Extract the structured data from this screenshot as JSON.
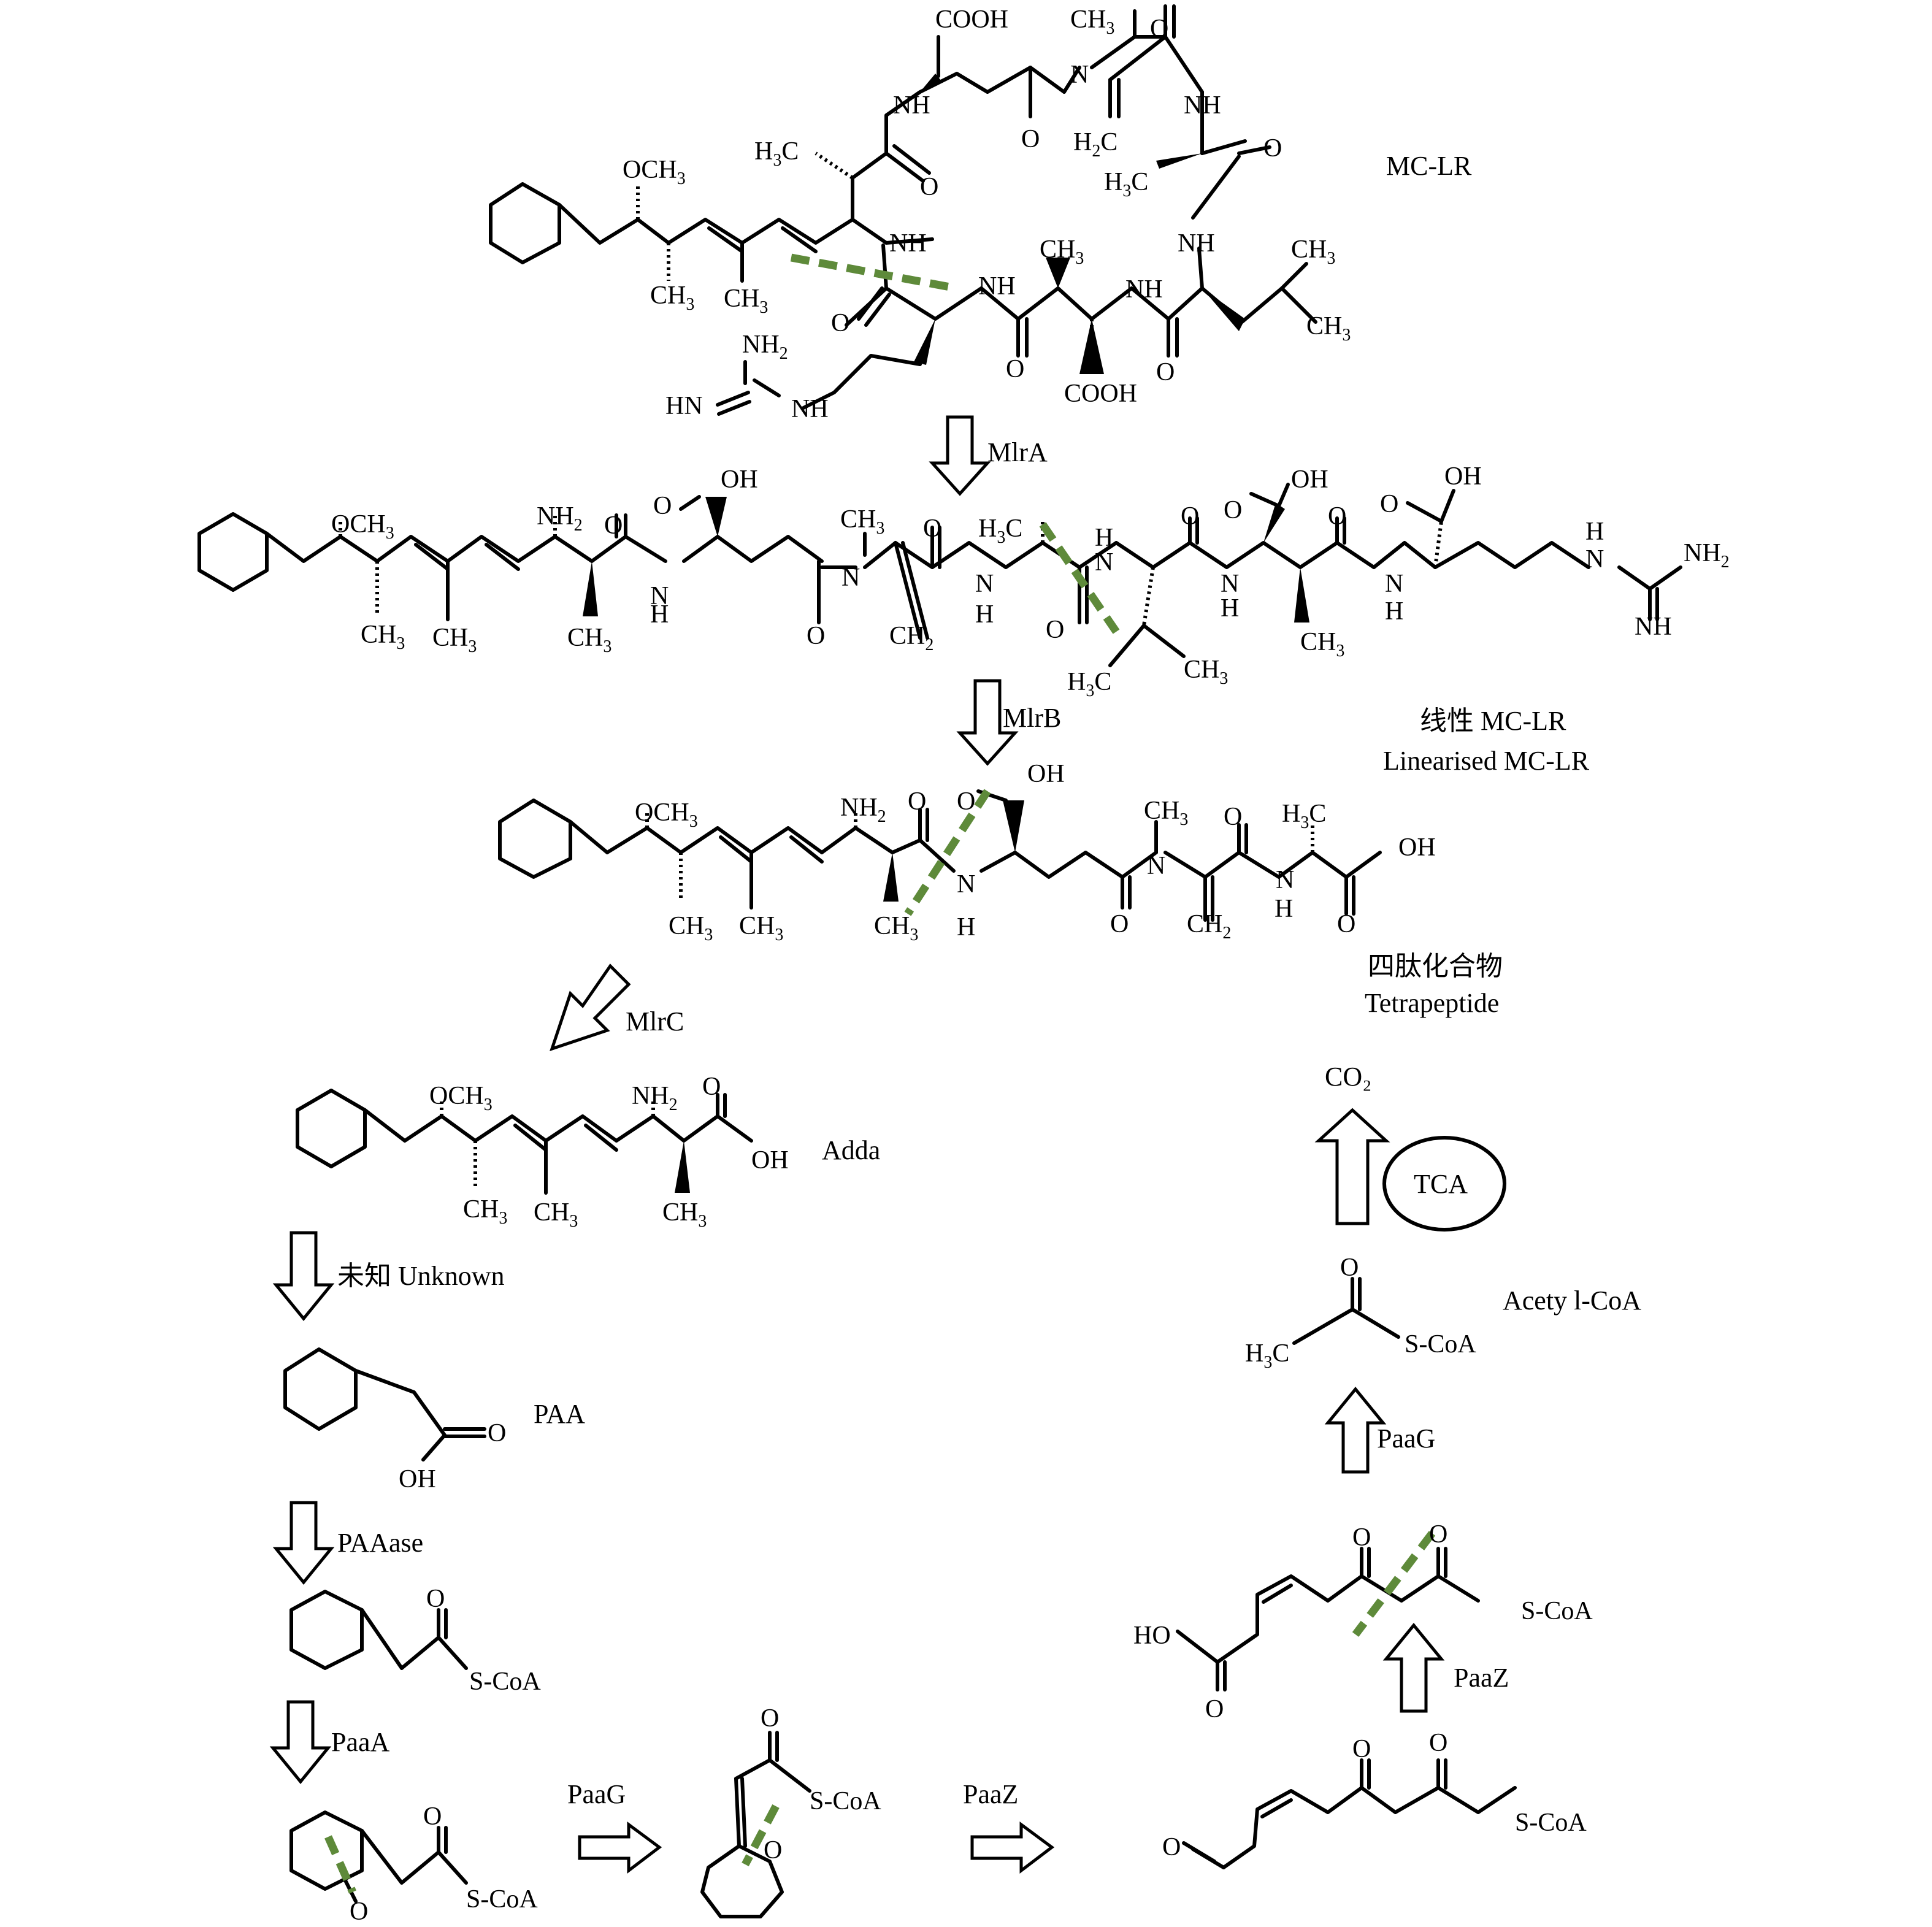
{
  "compounds": {
    "mclr": "MC-LR",
    "linear_cn": "线性 MC-LR",
    "linear_en": "Linearised MC-LR",
    "tetra_cn": "四肽化合物",
    "tetra_en": "Tetrapeptide",
    "adda": "Adda",
    "paa": "PAA",
    "acetyl_coa": "Acety l-CoA",
    "co2": "CO₂",
    "tca": "TCA"
  },
  "enzymes": {
    "mlra": "MlrA",
    "mlrb": "MlrB",
    "mlrc": "MlrC",
    "unknown": "未知 Unknown",
    "paaase": "PAAase",
    "paaa": "PaaA",
    "paag_right": "PaaG",
    "paaz_right": "PaaZ",
    "paag_up": "PaaG",
    "paaz_up": "PaaZ"
  },
  "colors": {
    "cleavage": "#5e8a3a",
    "ink": "#000000"
  }
}
